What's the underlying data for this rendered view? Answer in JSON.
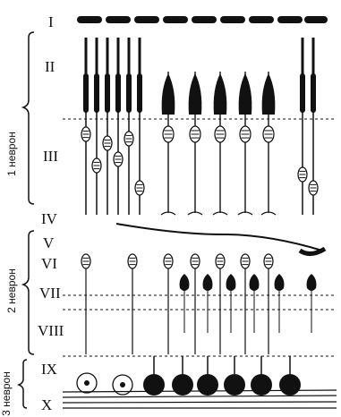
{
  "layers": {
    "l1": "I",
    "l2": "II",
    "l3": "III",
    "l4": "IV",
    "l5": "V",
    "l6": "VI",
    "l7": "VII",
    "l8": "VIII",
    "l9": "IX",
    "l10": "X"
  },
  "neurons": {
    "first": "1 неврон",
    "second": "2 неврон",
    "third": "3 неврон"
  },
  "colors": {
    "ink": "#111111",
    "background": "#ffffff"
  }
}
